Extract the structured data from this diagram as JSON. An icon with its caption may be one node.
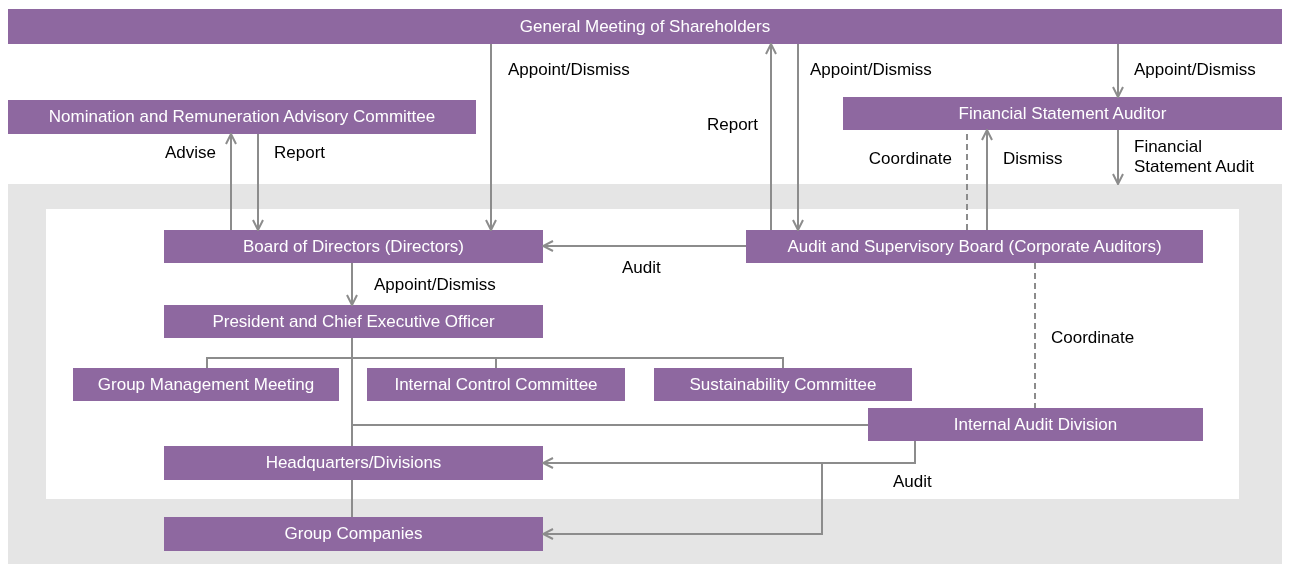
{
  "diagram": {
    "nodes": [
      {
        "text": [
          "General Meeting of Shareholders"
        ]
      },
      {
        "text": [
          "Nomination and Remuneration Advisory Committee"
        ]
      },
      {
        "text": [
          "Financial Statement Auditor"
        ]
      },
      {
        "text": [],
        "shape": "box"
      },
      {
        "text": [],
        "shape": "box",
        "in": 3
      },
      {
        "text": [
          "Board of Directors (Directors)"
        ],
        "in": 4
      },
      {
        "text": [
          "Audit and Supervisory Board (Corporate Auditors)"
        ],
        "in": 4
      },
      {
        "text": [
          "President and Chief Executive Officer"
        ],
        "in": 4
      },
      {
        "text": [
          "Group Management Meeting"
        ],
        "in": 4
      },
      {
        "text": [
          "Internal Control Committee"
        ],
        "in": 4
      },
      {
        "text": [
          "Sustainability Committee"
        ],
        "in": 4
      },
      {
        "text": [
          "Internal Audit Division"
        ],
        "in": 4
      },
      {
        "text": [
          "Headquarters/Divisions"
        ],
        "in": 4
      },
      {
        "text": [
          "Group Companies"
        ],
        "in": 3
      }
    ],
    "edges": [
      {
        "from": 0,
        "to": 5,
        "arrow": "to",
        "label": "Appoint/Dismiss"
      },
      {
        "from": 5,
        "to": 1,
        "arrow": "to",
        "label": "Advise"
      },
      {
        "from": 1,
        "to": 5,
        "arrow": "to",
        "label": "Report"
      },
      {
        "from": 6,
        "to": 0,
        "arrow": "to",
        "label": "Report"
      },
      {
        "from": 0,
        "to": 6,
        "arrow": "to",
        "label": "Appoint/Dismiss"
      },
      {
        "from": 0,
        "to": 2,
        "arrow": "to",
        "label": "Appoint/Dismiss"
      },
      {
        "from": 6,
        "to": 2,
        "arrow": "to",
        "label": "Dismiss"
      },
      {
        "from": 6,
        "to": 2,
        "arrow": "none",
        "label": "Coordinate",
        "style": "dashed"
      },
      {
        "from": 2,
        "to": 3,
        "arrow": "to",
        "label": "Financial Statement Audit"
      },
      {
        "from": 6,
        "to": 5,
        "arrow": "to",
        "label": "Audit"
      },
      {
        "from": 5,
        "to": 7,
        "arrow": "to",
        "label": "Appoint/Dismiss"
      },
      {
        "from": 7,
        "to": 8,
        "arrow": "none"
      },
      {
        "from": 7,
        "to": 9,
        "arrow": "none"
      },
      {
        "from": 7,
        "to": 10,
        "arrow": "none"
      },
      {
        "from": 7,
        "to": 12,
        "arrow": "none"
      },
      {
        "from": 7,
        "to": 11,
        "arrow": "none"
      },
      {
        "from": 12,
        "to": 13,
        "arrow": "none"
      },
      {
        "from": 6,
        "to": 11,
        "arrow": "none",
        "label": "Coordinate",
        "style": "dashed"
      },
      {
        "from": 11,
        "to": 12,
        "arrow": "to",
        "label": "Audit"
      },
      {
        "from": 11,
        "to": 13,
        "arrow": "to"
      }
    ]
  }
}
